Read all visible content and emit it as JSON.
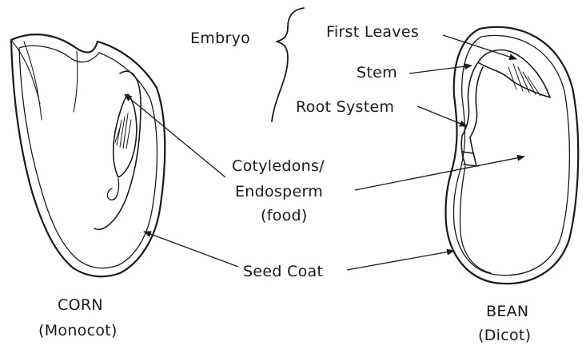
{
  "labels": {
    "embryo": "Embryo",
    "first_leaves": "First Leaves",
    "stem": "Stem",
    "root_system": "Root System",
    "cotyledons_line1": "Cotyledons/",
    "cotyledons_line2": "Endosperm",
    "cotyledons_line3": "(food)",
    "seed_coat": "Seed Coat"
  },
  "seeds": {
    "corn": {
      "name": "CORN",
      "type": "(Monocot)"
    },
    "bean": {
      "name": "BEAN",
      "type": "(Dicot)"
    }
  }
}
